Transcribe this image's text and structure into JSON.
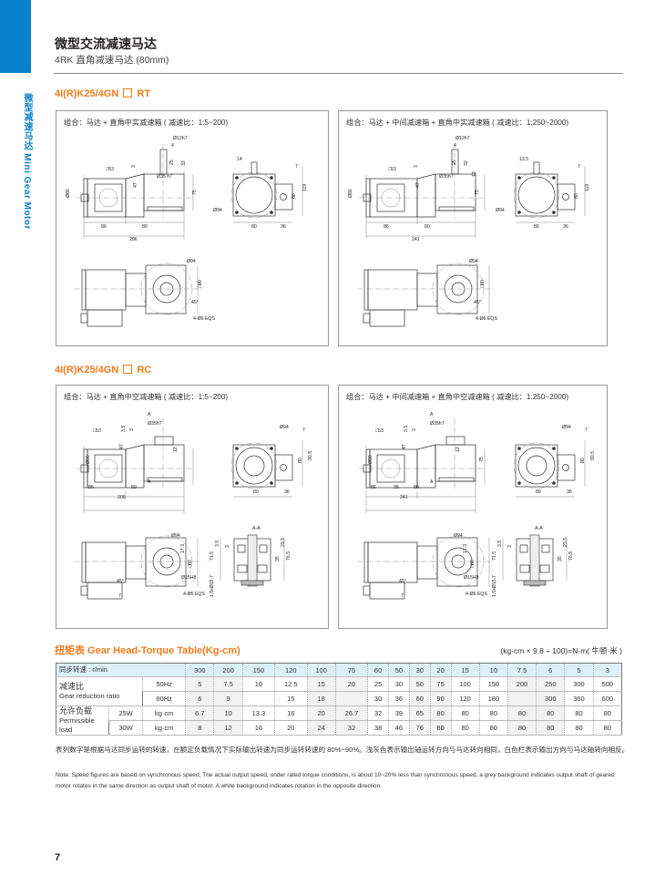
{
  "header": {
    "title": "微型交流减速马达",
    "subtitle": "4RK 直角减速马达 (80mm)",
    "side_label": "微型减速马达 Mini Gear Motor"
  },
  "colors": {
    "brand_blue": "#0a7fcb",
    "accent_orange": "#f07c1c"
  },
  "sections": [
    {
      "model_prefix": "4I(R)K25/4GN",
      "model_suffix": "RT"
    },
    {
      "model_prefix": "4I(R)K25/4GN",
      "model_suffix": "RC"
    }
  ],
  "panels": [
    {
      "caption": "组合：马达 + 直角中实减速箱 ( 减速比：1:5~200)",
      "labels": [
        {
          "id": "shaft_d",
          "text": "Ø12h7"
        },
        {
          "id": "key",
          "text": "4"
        },
        {
          "id": "s25",
          "text": "25"
        },
        {
          "id": "s32",
          "text": "32"
        },
        {
          "id": "s3",
          "text": "3"
        },
        {
          "id": "pilot",
          "text": "Ø35 h7"
        },
        {
          "id": "sq53",
          "text": "□53"
        },
        {
          "id": "h47",
          "text": "47"
        },
        {
          "id": "h75",
          "text": "75"
        },
        {
          "id": "d80",
          "text": "Ø80"
        },
        {
          "id": "l86",
          "text": "86"
        },
        {
          "id": "l80",
          "text": "80"
        },
        {
          "id": "ltot",
          "text": "206"
        },
        {
          "id": "e14",
          "text": "14"
        },
        {
          "id": "e7",
          "text": "7"
        },
        {
          "id": "e119",
          "text": "119"
        },
        {
          "id": "e80v",
          "text": "80"
        },
        {
          "id": "e94",
          "text": "Ø94"
        },
        {
          "id": "e80",
          "text": "80"
        },
        {
          "id": "e36",
          "text": "36"
        },
        {
          "id": "t94",
          "text": "Ø94"
        },
        {
          "id": "t80",
          "text": "□80"
        },
        {
          "id": "t45",
          "text": "45°"
        },
        {
          "id": "teqs",
          "text": "4-Ø6 EQS"
        }
      ]
    },
    {
      "caption": "组合：马达 + 中间减速箱 + 直角中实减速箱 ( 减速比：1:250~2000)",
      "labels": [
        {
          "id": "shaft_d",
          "text": "Ø12h7"
        },
        {
          "id": "key",
          "text": "4"
        },
        {
          "id": "s25",
          "text": "25"
        },
        {
          "id": "s32",
          "text": "32"
        },
        {
          "id": "s3",
          "text": "3"
        },
        {
          "id": "pilot",
          "text": "Ø35h7"
        },
        {
          "id": "sq53",
          "text": "□53"
        },
        {
          "id": "h47",
          "text": "47"
        },
        {
          "id": "h12",
          "text": "12"
        },
        {
          "id": "h75",
          "text": "75"
        },
        {
          "id": "d80",
          "text": "Ø80"
        },
        {
          "id": "l86",
          "text": "86"
        },
        {
          "id": "l80",
          "text": "80"
        },
        {
          "id": "ltot",
          "text": "241"
        },
        {
          "id": "e14",
          "text": "13.5"
        },
        {
          "id": "e7",
          "text": "7"
        },
        {
          "id": "e119",
          "text": "119"
        },
        {
          "id": "e80v",
          "text": "80"
        },
        {
          "id": "e94",
          "text": "Ø94"
        },
        {
          "id": "e80",
          "text": "80"
        },
        {
          "id": "e36",
          "text": "36"
        },
        {
          "id": "t94",
          "text": "Ø94"
        },
        {
          "id": "t80",
          "text": "□80"
        },
        {
          "id": "t45",
          "text": "45°"
        },
        {
          "id": "teqs",
          "text": "4-Ø6 EQS"
        }
      ]
    },
    {
      "caption": "组合：马达 + 直角中空减速箱 ( 减速比：1:5~200)",
      "labels": [
        {
          "id": "a1",
          "text": "A"
        },
        {
          "id": "r35",
          "text": "3.5"
        },
        {
          "id": "r3",
          "text": "3"
        },
        {
          "id": "pilot",
          "text": "Ø35h7"
        },
        {
          "id": "sq53",
          "text": "□53"
        },
        {
          "id": "h47",
          "text": "47"
        },
        {
          "id": "h12",
          "text": "12"
        },
        {
          "id": "d80",
          "text": "Ø80"
        },
        {
          "id": "a2",
          "text": "A"
        },
        {
          "id": "l86",
          "text": "86"
        },
        {
          "id": "l80",
          "text": "80"
        },
        {
          "id": "ltot",
          "text": "206"
        },
        {
          "id": "e94",
          "text": "Ø94"
        },
        {
          "id": "e7",
          "text": "7"
        },
        {
          "id": "e905",
          "text": "90.5"
        },
        {
          "id": "e80v",
          "text": "80"
        },
        {
          "id": "e80",
          "text": "80"
        },
        {
          "id": "e36",
          "text": "36"
        },
        {
          "id": "t94",
          "text": "Ø94"
        },
        {
          "id": "t173",
          "text": "17.3"
        },
        {
          "id": "t80",
          "text": "□80"
        },
        {
          "id": "t15",
          "text": "Ø15H8"
        },
        {
          "id": "t45",
          "text": "45°"
        },
        {
          "id": "t7",
          "text": "7"
        },
        {
          "id": "teqs",
          "text": "4-Ø6 EQS"
        },
        {
          "id": "aa",
          "text": "A-A"
        },
        {
          "id": "x35",
          "text": "3.5"
        },
        {
          "id": "x3",
          "text": "3"
        },
        {
          "id": "x715",
          "text": "71.5"
        },
        {
          "id": "x235",
          "text": "23.5"
        },
        {
          "id": "x35b",
          "text": "35"
        },
        {
          "id": "x765",
          "text": "76.5"
        },
        {
          "id": "x157",
          "text": "1.5xØ15.7"
        }
      ]
    },
    {
      "caption": "组合：马达 + 中间减速箱 + 直角中空减速箱 ( 减速比：1:250~2000)",
      "labels": [
        {
          "id": "a1",
          "text": "A"
        },
        {
          "id": "r35",
          "text": "3.5"
        },
        {
          "id": "r3",
          "text": "3"
        },
        {
          "id": "pilot",
          "text": "Ø35h7"
        },
        {
          "id": "sq53",
          "text": "□53"
        },
        {
          "id": "h47",
          "text": "47"
        },
        {
          "id": "h12",
          "text": "12"
        },
        {
          "id": "h75",
          "text": "75"
        },
        {
          "id": "d80",
          "text": "Ø80"
        },
        {
          "id": "a2",
          "text": "A"
        },
        {
          "id": "l86",
          "text": "86"
        },
        {
          "id": "lmid",
          "text": "35"
        },
        {
          "id": "l80",
          "text": "80"
        },
        {
          "id": "ltot",
          "text": "241"
        },
        {
          "id": "e94",
          "text": "Ø94"
        },
        {
          "id": "e7",
          "text": "7"
        },
        {
          "id": "e905",
          "text": "90.5"
        },
        {
          "id": "e80v",
          "text": "80"
        },
        {
          "id": "e80",
          "text": "80"
        },
        {
          "id": "e36",
          "text": "36"
        },
        {
          "id": "t94",
          "text": "Ø94"
        },
        {
          "id": "t173",
          "text": "17.3"
        },
        {
          "id": "t80",
          "text": "□80"
        },
        {
          "id": "t15",
          "text": "Ø15H8"
        },
        {
          "id": "t45",
          "text": "45°"
        },
        {
          "id": "t7",
          "text": "7"
        },
        {
          "id": "teqs",
          "text": "4-Ø6 EQS"
        },
        {
          "id": "aa",
          "text": "A-A"
        },
        {
          "id": "x35",
          "text": "3.5"
        },
        {
          "id": "x3",
          "text": "3"
        },
        {
          "id": "x715",
          "text": "71.5"
        },
        {
          "id": "x235",
          "text": "23.5"
        },
        {
          "id": "x35b",
          "text": "35"
        },
        {
          "id": "x765",
          "text": "76.5"
        },
        {
          "id": "x157",
          "text": "1.5xØ15.7"
        }
      ]
    }
  ],
  "torque": {
    "title": "扭矩表 Gear Head-Torque Table(Kg-cm)",
    "unit_note": "(kg·cm × 9.8 ÷ 100)=N·m( 牛顿·米 )",
    "speed_label": "同步转速 : r/min",
    "speeds": [
      "300",
      "200",
      "150",
      "120",
      "100",
      "75",
      "60",
      "50",
      "30",
      "20",
      "15",
      "10",
      "7.5",
      "6",
      "5",
      "3"
    ],
    "ratio_label_cn": "减速比",
    "ratio_label_en": "Gear reduction ratio",
    "ratio_rows": [
      {
        "freq": "50Hz",
        "values": [
          "5",
          "7.5",
          "10",
          "12.5",
          "15",
          "20",
          "25",
          "30",
          "50",
          "75",
          "100",
          "150",
          "200",
          "250",
          "300",
          "500"
        ]
      },
      {
        "freq": "60Hz",
        "values": [
          "6",
          "9",
          "",
          "15",
          "18",
          "",
          "30",
          "36",
          "60",
          "90",
          "120",
          "180",
          "",
          "300",
          "360",
          "600"
        ]
      }
    ],
    "load_label_cn": "允许负载",
    "load_label_en": "Permissible load",
    "load_rows": [
      {
        "power": "25W",
        "unit": "kg·cm",
        "values": [
          "6.7",
          "10",
          "13.3",
          "16",
          "20",
          "26.7",
          "32",
          "39",
          "65",
          "80",
          "80",
          "80",
          "80",
          "80",
          "80",
          "80"
        ]
      },
      {
        "power": "30W",
        "unit": "kg·cm",
        "values": [
          "8",
          "12",
          "16",
          "20",
          "24",
          "32",
          "38",
          "46",
          "76",
          "80",
          "80",
          "80",
          "80",
          "80",
          "80",
          "80"
        ]
      }
    ]
  },
  "notes": {
    "cn": "表列数字是根据马达同步运转的转速，在额定负载情况下实际输出转速为同步运转转速的 80%~90%。浅灰色表示输出轴运转方向与马达转向相同，白色栏表示输出方向与马达轴转向相反。",
    "en": "Note: Speed figures are based on synchronous speed, The actual output speed, under rated torque conditions, is about 10~20% less than synchronous speed, a grey background indicates output shaft of geared motor rotates in the same direction as output shaft of motor. A white background indicates rotation in the opposite direction."
  },
  "page_number": "7"
}
